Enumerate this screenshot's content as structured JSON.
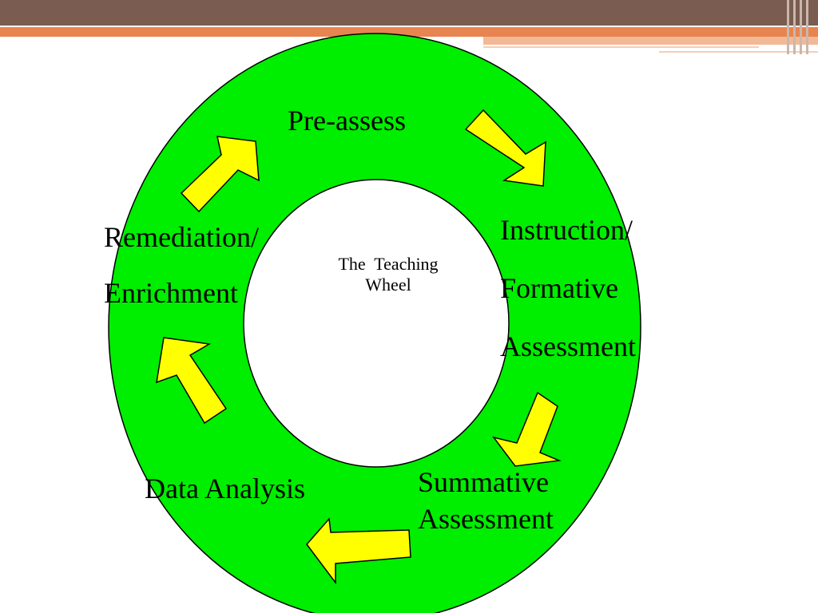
{
  "slide": {
    "center_title": [
      "The  Teaching",
      "Wheel"
    ],
    "stages": {
      "pre_assess": [
        "Pre-assess"
      ],
      "instruction": [
        "Instruction/",
        "Formative",
        "Assessment"
      ],
      "summative": [
        "Summative",
        "Assessment"
      ],
      "data_analysis": [
        "Data Analysis"
      ],
      "remediation": [
        "Remediation/",
        "Enrichment"
      ]
    }
  },
  "colors": {
    "ring": "#00ee00",
    "arrow": "#ffff00",
    "header_dark": "#7a5c50",
    "header_accent": "#e8844f"
  }
}
